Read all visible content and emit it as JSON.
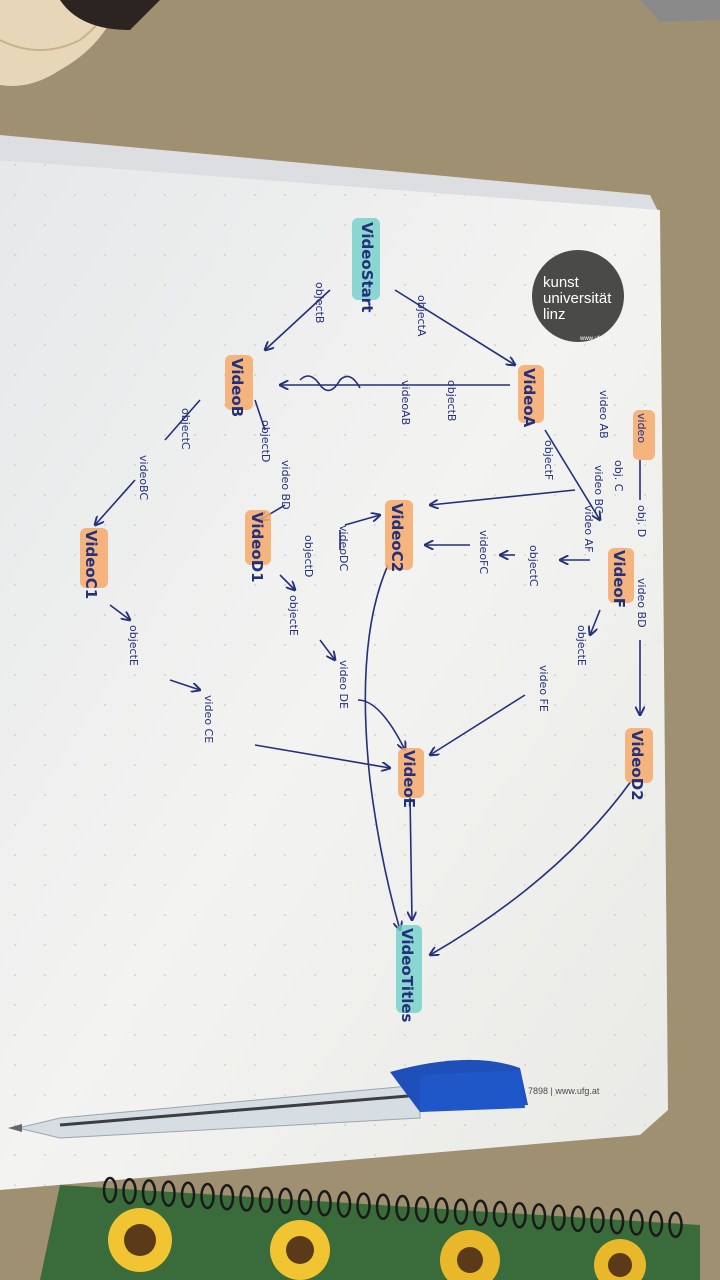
{
  "logo": {
    "line1": "kunst",
    "line2": "universität",
    "line3": "linz",
    "small": "www.ufg.at"
  },
  "footer": {
    "text": "7898 | www.ufg.at"
  },
  "nodes": {
    "video_start": "VideoStart",
    "video_a": "VideoA",
    "video_b": "VideoB",
    "video_b_small": "video",
    "video_c1": "VideoC1",
    "video_c2": "VideoC2",
    "video_d1": "VideoD1",
    "video_d2": "VideoD2",
    "video_e": "VideoE",
    "video_f": "VideoF",
    "video_titles": "VideoTitles"
  },
  "edges": {
    "start_b": "objectB",
    "start_a": "objectA",
    "ab": "objectB",
    "ab_video": "videoAB",
    "b_c": "objectC",
    "b_c_video": "videoBC",
    "b_d": "objectD",
    "b_d_video": "video BD",
    "a_f": "objectF",
    "a_f_video": "video AF",
    "small_c": "obj. C",
    "small_bc": "video BC",
    "small_ab": "video AB",
    "obj_d": "obj. D",
    "video_bd": "video BD",
    "f_c": "objectC",
    "f_c_video": "videoFC",
    "d1_c2": "objectD",
    "d1_c2_video": "videoDC",
    "d1_e": "objectE",
    "d1_e_video": "video DE",
    "c1_e": "objectE",
    "c1_e_video": "video CE",
    "f_e": "objectE",
    "f_e_video": "video FE"
  },
  "colors": {
    "ink": "#23307c",
    "highlight_orange": "#f6a96a",
    "highlight_cyan": "#6fd1c8",
    "paper": "#f2f2f0",
    "table": "#9c8f6e"
  },
  "icons": [
    "pen",
    "spiral-notebook",
    "sunflower-pattern",
    "logo-circle"
  ]
}
